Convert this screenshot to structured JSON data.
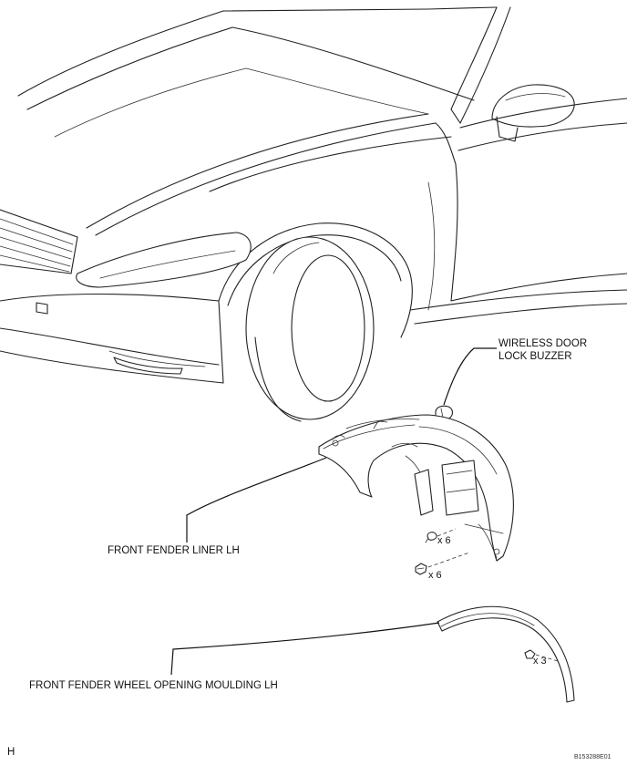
{
  "labels": {
    "wireless_buzzer_line1": "WIRELESS DOOR",
    "wireless_buzzer_line2": "LOCK BUZZER",
    "fender_liner": "FRONT FENDER LINER LH",
    "wheel_moulding": "FRONT FENDER WHEEL OPENING MOULDING LH",
    "clip_qty_1": "x 6",
    "screw_qty": "x 6",
    "clip_qty_2": "x 3",
    "corner_mark": "H",
    "figure_code": "B153288E01"
  },
  "icons": {
    "car_body": "car-front-left-outline",
    "fender_liner": "fender-liner-part",
    "moulding": "wheel-moulding-strip",
    "buzzer": "buzzer-part",
    "clip": "clip-fastener",
    "screw": "screw-fastener"
  },
  "colors": {
    "line": "#222222",
    "background": "#ffffff"
  }
}
